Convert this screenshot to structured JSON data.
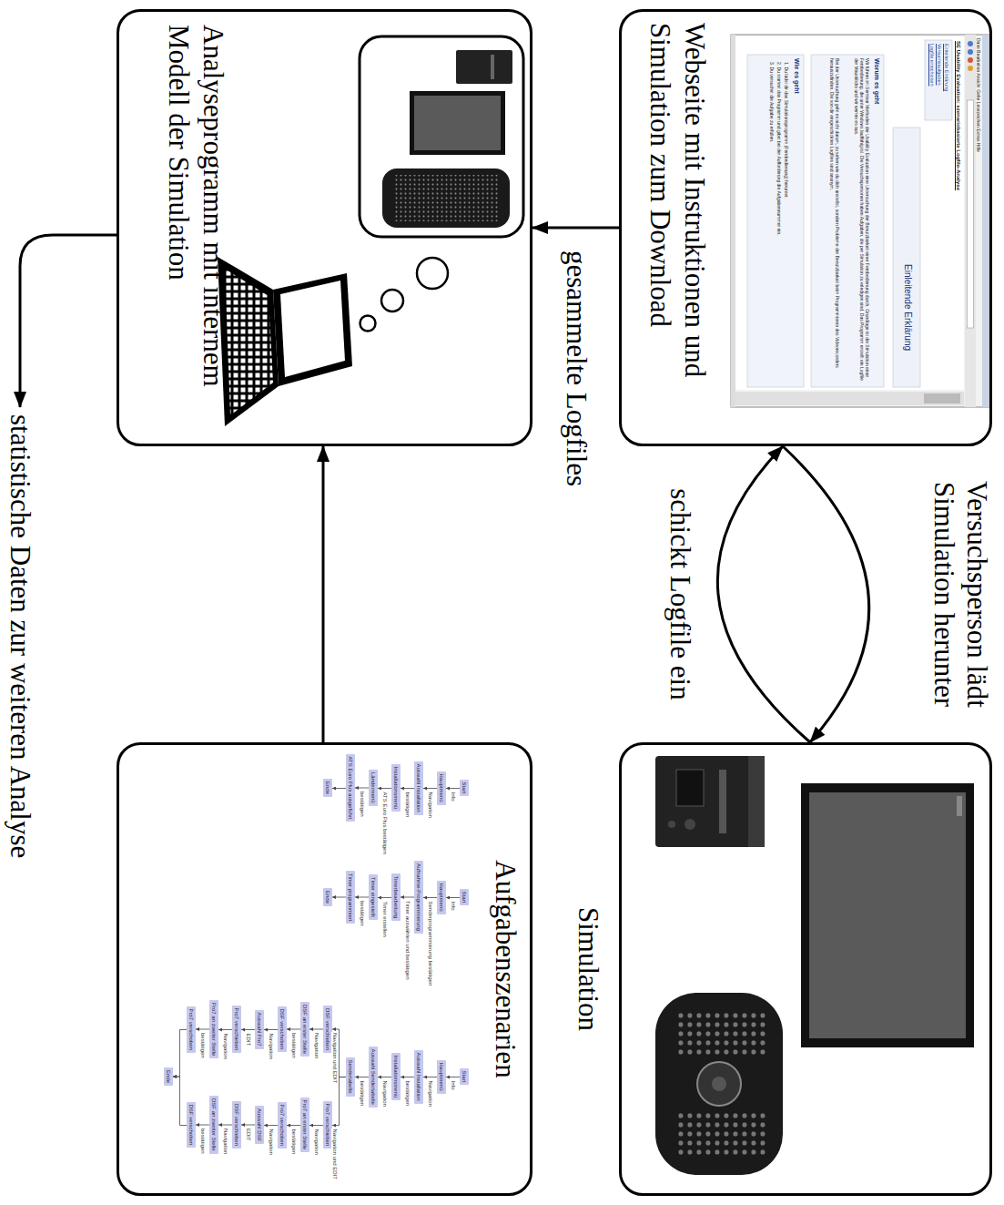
{
  "diagram": {
    "nodes": [
      {
        "text": [
          "Webseite mit Instruktionen und Simulation zum Download"
        ]
      },
      {
        "text": [
          "Simulation"
        ]
      },
      {
        "text": [
          "Analyseprogramm mit internem Modell der Simulation"
        ]
      },
      {
        "text": [
          "Aufgabenszenarien"
        ]
      },
      {
        "text": [
          "statistische Daten zur weiteren Analyse"
        ]
      },
      {
        "text": [
          "Start"
        ],
        "in": 3
      },
      {
        "text": [
          "Hauptmenü"
        ],
        "in": 3
      },
      {
        "text": [
          "Auswahl Installation"
        ],
        "in": 3
      },
      {
        "text": [
          "Installationsmenü"
        ],
        "in": 3
      },
      {
        "text": [
          "Ländermenü"
        ],
        "in": 3
      },
      {
        "text": [
          "ATS Euro Plus ausgeführt"
        ],
        "in": 3
      },
      {
        "text": [
          "Ende"
        ],
        "in": 3
      },
      {
        "text": [
          "Start"
        ],
        "in": 3
      },
      {
        "text": [
          "Hauptmenü"
        ],
        "in": 3
      },
      {
        "text": [
          "Aufnahme-Programmierung"
        ],
        "in": 3
      },
      {
        "text": [
          "Timerbearbeitung"
        ],
        "in": 3
      },
      {
        "text": [
          "Timer eingestellt"
        ],
        "in": 3
      },
      {
        "text": [
          "Timer programmiert"
        ],
        "in": 3
      },
      {
        "text": [
          "Ende"
        ],
        "in": 3
      },
      {
        "text": [
          "Start"
        ],
        "in": 3
      },
      {
        "text": [
          "Hauptmenü"
        ],
        "in": 3
      },
      {
        "text": [
          "Auswahl Installation"
        ],
        "in": 3
      },
      {
        "text": [
          "Installationsmenü"
        ],
        "in": 3
      },
      {
        "text": [
          "Auswahl Sendertabelle"
        ],
        "in": 3
      },
      {
        "text": [
          "Sendertabelle"
        ],
        "in": 3
      },
      {
        "text": [
          "DSF verschieben"
        ],
        "in": 3
      },
      {
        "text": [
          "DSF an erster Stelle"
        ],
        "in": 3
      },
      {
        "text": [
          "DSF verschoben"
        ],
        "in": 3
      },
      {
        "text": [
          "Auswahl Pro7"
        ],
        "in": 3
      },
      {
        "text": [
          "Pro7 verschieben"
        ],
        "in": 3
      },
      {
        "text": [
          "Pro7 an zweiter Stelle"
        ],
        "in": 3
      },
      {
        "text": [
          "Pro7 verschoben"
        ],
        "in": 3
      },
      {
        "text": [
          "Pro7 verschieben"
        ],
        "in": 3
      },
      {
        "text": [
          "Pro7 an erster Stelle"
        ],
        "in": 3
      },
      {
        "text": [
          "Pro7 verschoben"
        ],
        "in": 3
      },
      {
        "text": [
          "Auswahl DSF"
        ],
        "in": 3
      },
      {
        "text": [
          "DSF verschieben"
        ],
        "in": 3
      },
      {
        "text": [
          "DSF an zweiter Stelle"
        ],
        "in": 3
      },
      {
        "text": [
          "DSF verschoben"
        ],
        "in": 3
      },
      {
        "text": [
          "Ende"
        ],
        "in": 3
      }
    ],
    "edges": [
      {
        "from": 0,
        "to": 2,
        "label": "gesammelte Logfiles",
        "arrow": "to"
      },
      {
        "from": 0,
        "to": 1,
        "label": "Versuchsperson lädt Simulation herunter",
        "arrow": "to"
      },
      {
        "from": 1,
        "to": 0,
        "label": "schickt Logfile ein",
        "arrow": "to"
      },
      {
        "from": 3,
        "to": 2,
        "arrow": "to"
      },
      {
        "from": 2,
        "to": 4,
        "arrow": "to"
      },
      {
        "from": 5,
        "to": 6,
        "label": "Info",
        "arrow": "to"
      },
      {
        "from": 6,
        "to": 7,
        "label": "Navigation",
        "arrow": "to"
      },
      {
        "from": 7,
        "to": 8,
        "label": "bestätigen",
        "arrow": "to"
      },
      {
        "from": 8,
        "to": 9,
        "label": "ATS Euro Plus bestätigen",
        "arrow": "to"
      },
      {
        "from": 9,
        "to": 10,
        "label": "bestätigen",
        "arrow": "to"
      },
      {
        "from": 10,
        "to": 11,
        "arrow": "to"
      },
      {
        "from": 12,
        "to": 13,
        "label": "Info",
        "arrow": "to"
      },
      {
        "from": 13,
        "to": 14,
        "label": "Senderprogrammierung bestätigen",
        "arrow": "to"
      },
      {
        "from": 14,
        "to": 15,
        "label": "Timer auswählen und bestätigen",
        "arrow": "to"
      },
      {
        "from": 15,
        "to": 16,
        "label": "Timer erstellen",
        "arrow": "to"
      },
      {
        "from": 16,
        "to": 17,
        "label": "bestätigen",
        "arrow": "to"
      },
      {
        "from": 17,
        "to": 18,
        "arrow": "to"
      },
      {
        "from": 19,
        "to": 20,
        "label": "Info",
        "arrow": "to"
      },
      {
        "from": 20,
        "to": 21,
        "label": "Navigation",
        "arrow": "to"
      },
      {
        "from": 21,
        "to": 22,
        "label": "bestätigen",
        "arrow": "to"
      },
      {
        "from": 22,
        "to": 23,
        "label": "Navigation",
        "arrow": "to"
      },
      {
        "from": 23,
        "to": 24,
        "label": "bestätigen",
        "arrow": "to"
      },
      {
        "from": 24,
        "to": 25,
        "label": "Navigation und EDIT",
        "arrow": "to"
      },
      {
        "from": 25,
        "to": 26,
        "label": "Navigation",
        "arrow": "to"
      },
      {
        "from": 26,
        "to": 27,
        "label": "bestätigen",
        "arrow": "to"
      },
      {
        "from": 27,
        "to": 28,
        "label": "Navigation",
        "arrow": "to"
      },
      {
        "from": 28,
        "to": 29,
        "label": "EDIT",
        "arrow": "to"
      },
      {
        "from": 29,
        "to": 30,
        "label": "Navigation",
        "arrow": "to"
      },
      {
        "from": 30,
        "to": 31,
        "label": "bestätigen",
        "arrow": "to"
      },
      {
        "from": 31,
        "to": 39,
        "arrow": "to"
      },
      {
        "from": 24,
        "to": 32,
        "label": "Navigation und EDIT",
        "arrow": "to"
      },
      {
        "from": 32,
        "to": 33,
        "label": "Navigation",
        "arrow": "to"
      },
      {
        "from": 33,
        "to": 34,
        "label": "bestätigen",
        "arrow": "to"
      },
      {
        "from": 34,
        "to": 35,
        "label": "Navigation",
        "arrow": "to"
      },
      {
        "from": 35,
        "to": 36,
        "label": "EDIT",
        "arrow": "to"
      },
      {
        "from": 36,
        "to": 37,
        "label": "Navigation",
        "arrow": "to"
      },
      {
        "from": 37,
        "to": 38,
        "label": "bestätigen",
        "arrow": "to"
      },
      {
        "from": 38,
        "to": 39,
        "arrow": "to"
      }
    ],
    "labels": [
      "Datei Bearbeiten Ansicht Gehe Lesezeichen Extras Hilfe",
      "SE Usability Evaluation: szenariobasierte Logfile-Analyse",
      "Einleitende Erklärung",
      "Versuchsaufgaben",
      "Logfile einschicken",
      "Einleitende Erklärung",
      "Worum es geht",
      "Wir führen im Seminar Methoden der Usability Evaluation eine Untersuchung der Benutzbarkeit einer Fernbedienung durch. Grundlage ist die Simulation einer Fernbedienung, die unter Windows lauffähig ist. Die Versuchspersonen haben Aufgaben, die per Simulation zu erledigen sind. Das Programm erstellt ein Logfile der Mausklicks und wir werten es aus.",
      "Bei der Untersuchung geht es nicht darum, zu sehen wie du dich anstellst, sondern Probleme der Benutzbarkeit beim Programmieren des Videorecorders herauszufinden. Die von dir eingeschickten Logfiles sind anonym.",
      "Wie es geht",
      "1. Du lädst dir das Simulationsprogramm (Fernbedienung) herunter.",
      "2. Du startest das Programm und gibst bei der Aufforderung die Aufgabennummer ein.",
      "3. Du versuchst die Aufgabe zu erfüllen."
    ]
  }
}
